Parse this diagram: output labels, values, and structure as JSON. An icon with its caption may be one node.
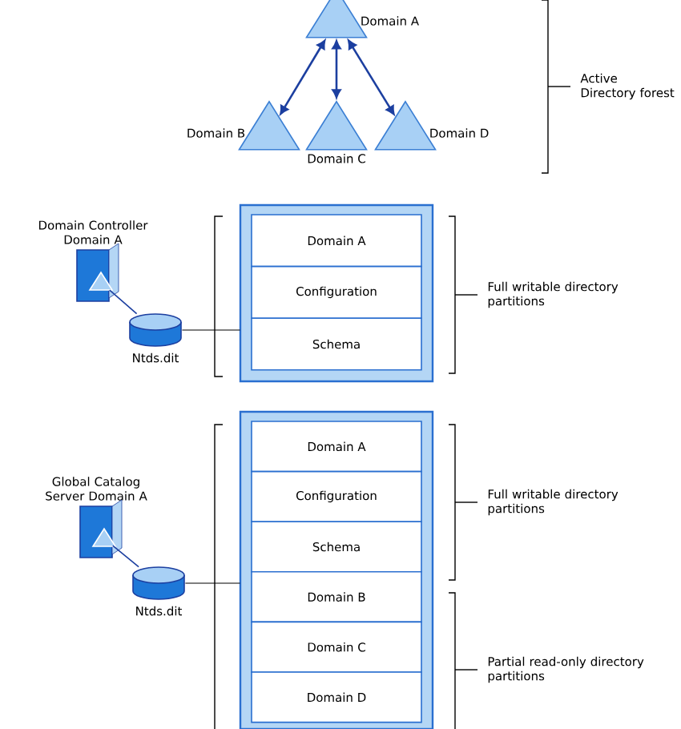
{
  "diagram": {
    "nodes": [
      {
        "text": [
          "Domain A"
        ]
      },
      {
        "text": [
          "Domain B"
        ]
      },
      {
        "text": [
          "Domain C"
        ]
      },
      {
        "text": [
          "Domain D"
        ]
      },
      {
        "text": [
          "Domain Controller Domain A"
        ]
      },
      {
        "text": [
          "Ntds.dit"
        ]
      },
      {
        "text": [],
        "shape": "box"
      },
      {
        "text": [
          "Domain A"
        ],
        "in": 6
      },
      {
        "text": [
          "Configuration"
        ],
        "in": 6
      },
      {
        "text": [
          "Schema"
        ],
        "in": 6
      },
      {
        "text": [
          "Global Catalog Server Domain A"
        ]
      },
      {
        "text": [
          "Ntds.dit"
        ]
      },
      {
        "text": [],
        "shape": "box"
      },
      {
        "text": [
          "Domain A"
        ],
        "in": 12
      },
      {
        "text": [
          "Configuration"
        ],
        "in": 12
      },
      {
        "text": [
          "Schema"
        ],
        "in": 12
      },
      {
        "text": [
          "Domain B"
        ],
        "in": 12
      },
      {
        "text": [
          "Domain C"
        ],
        "in": 12
      },
      {
        "text": [
          "Domain D"
        ],
        "in": 12
      }
    ],
    "edges": [
      {
        "from": 0,
        "to": 1,
        "arrow": "both"
      },
      {
        "from": 0,
        "to": 2,
        "arrow": "both"
      },
      {
        "from": 0,
        "to": 3,
        "arrow": "both"
      },
      {
        "from": 4,
        "to": 5,
        "arrow": "none"
      },
      {
        "from": 5,
        "to": 6,
        "arrow": "none",
        "color": "#000000"
      },
      {
        "from": 10,
        "to": 11,
        "arrow": "none"
      },
      {
        "from": 11,
        "to": 12,
        "arrow": "none",
        "color": "#000000"
      }
    ],
    "labels": [
      "Active Directory forest",
      "Full writable directory partitions",
      "Full writable directory partitions",
      "Partial read-only directory partitions"
    ]
  }
}
